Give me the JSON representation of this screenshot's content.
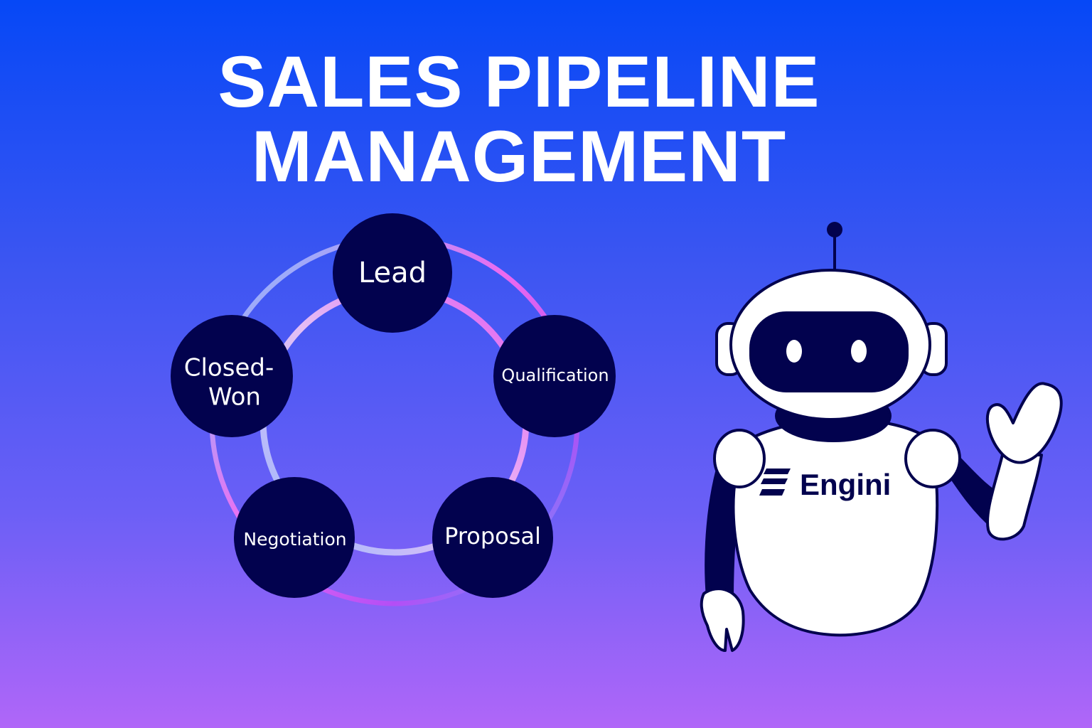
{
  "title": {
    "line1": "SALES PIPELINE",
    "line2": "MANAGEMENT"
  },
  "pipeline": {
    "stages": [
      {
        "label": "Lead"
      },
      {
        "label": "Qualification"
      },
      {
        "label": "Proposal"
      },
      {
        "label": "Negotiation"
      },
      {
        "label_line1": "Closed-",
        "label_line2": "Won"
      }
    ]
  },
  "mascot": {
    "brand": "Engini"
  },
  "colors": {
    "node": "#02024e",
    "text": "#ffffff",
    "bg_top": "#0648f6",
    "bg_bottom": "#b066f8"
  }
}
